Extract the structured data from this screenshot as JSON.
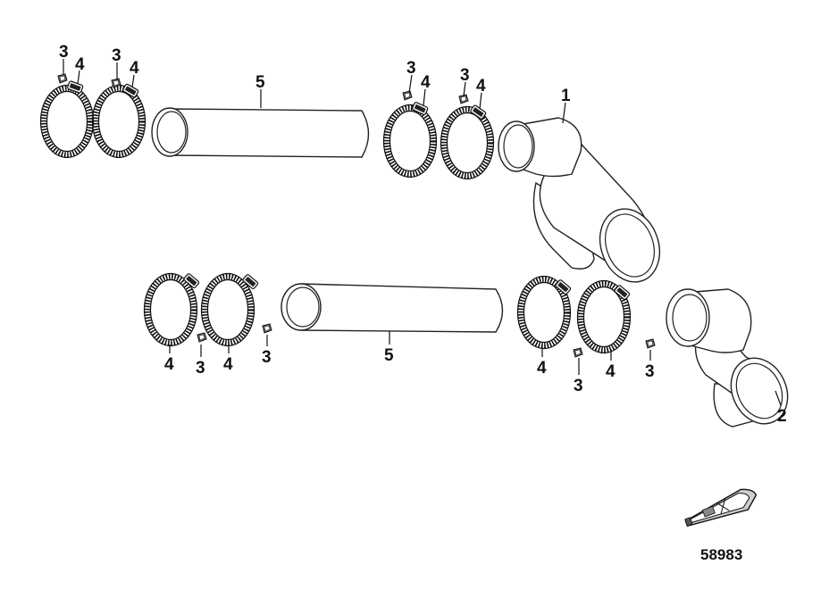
{
  "diagram": {
    "callouts": {
      "c1": "1",
      "c2": "2",
      "c3": "3",
      "c4": "4",
      "c5": "5"
    },
    "figure_number": "58983"
  }
}
